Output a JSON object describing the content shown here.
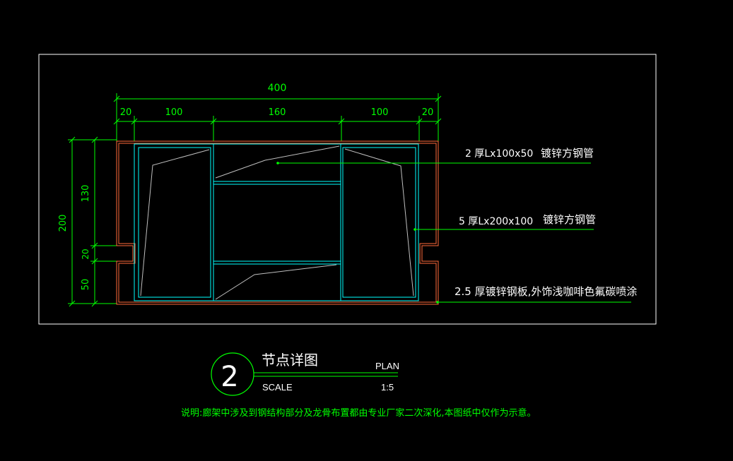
{
  "colors": {
    "background": "#000000",
    "frame": "#ffffff",
    "dimension": "#00ff00",
    "outer_plate": "#ff6a3a",
    "tube": "#00ffff",
    "hatch": "#bfbfbf",
    "leader": "#00ff00",
    "label_text": "#ffffff",
    "note_text": "#00ff00"
  },
  "dimensions": {
    "overall_width": "400",
    "segments": [
      "20",
      "100",
      "160",
      "100",
      "20"
    ],
    "overall_height": "200",
    "vertical_segments": [
      "130",
      "20",
      "50"
    ]
  },
  "labels": [
    {
      "spec": "2 厚Lx100x50",
      "material": "镀锌方钢管"
    },
    {
      "spec": "5 厚Lx200x100",
      "material": "镀锌方钢管"
    },
    {
      "spec": "2.5 厚镀锌钢板,外饰浅咖啡色氟碳喷涂",
      "material": ""
    }
  ],
  "title_block": {
    "number": "2",
    "title": "节点详图",
    "view": "PLAN",
    "scale_label": "SCALE",
    "scale_value": "1:5"
  },
  "note": "说明:廊架中涉及到钢结构部分及龙骨布置都由专业厂家二次深化,本图纸中仅作为示意。"
}
